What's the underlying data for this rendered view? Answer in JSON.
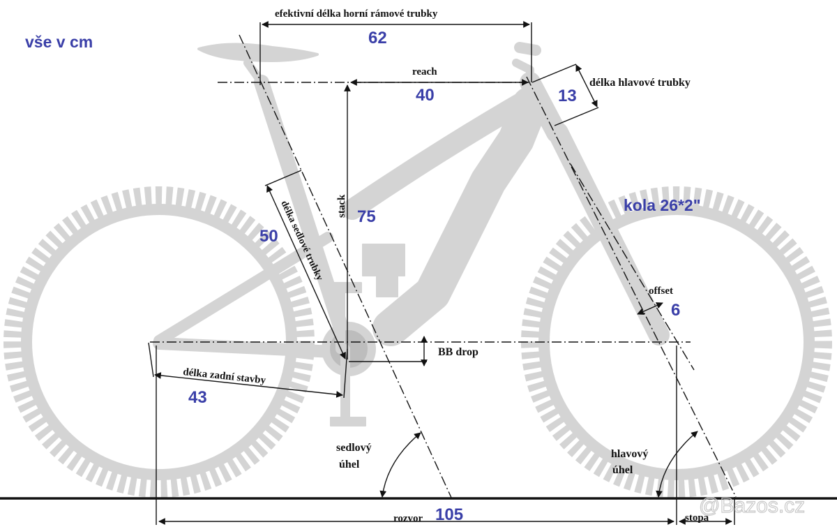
{
  "units_note": "vše v cm",
  "wheels_note": "kola 26*2\"",
  "watermark": "@Bazos.cz",
  "colors": {
    "bike": "#d4d4d4",
    "lines": "#111111",
    "values": "#3a3fa8",
    "ground": "#111111"
  },
  "measurements": {
    "top_tube": {
      "label": "efektivní délka horní rámové trubky",
      "value": "62"
    },
    "reach": {
      "label": "reach",
      "value": "40"
    },
    "head_tube": {
      "label": "délka hlavové trubky",
      "value": "13"
    },
    "stack": {
      "label": "stack",
      "value": "75"
    },
    "seat_tube": {
      "label": "délka sedlové trubky",
      "value": "50"
    },
    "offset": {
      "label": "offset",
      "value": "6"
    },
    "bb_drop": {
      "label": "BB drop",
      "value": ""
    },
    "chainstay": {
      "label": "délka zadní stavby",
      "value": "43"
    },
    "seat_angle": {
      "label_line1": "sedlový",
      "label_line2": "úhel"
    },
    "head_angle": {
      "label_line1": "hlavový",
      "label_line2": "úhel"
    },
    "wheelbase": {
      "label": "rozvor",
      "value": "105"
    },
    "trail": {
      "label": "stopa"
    }
  }
}
